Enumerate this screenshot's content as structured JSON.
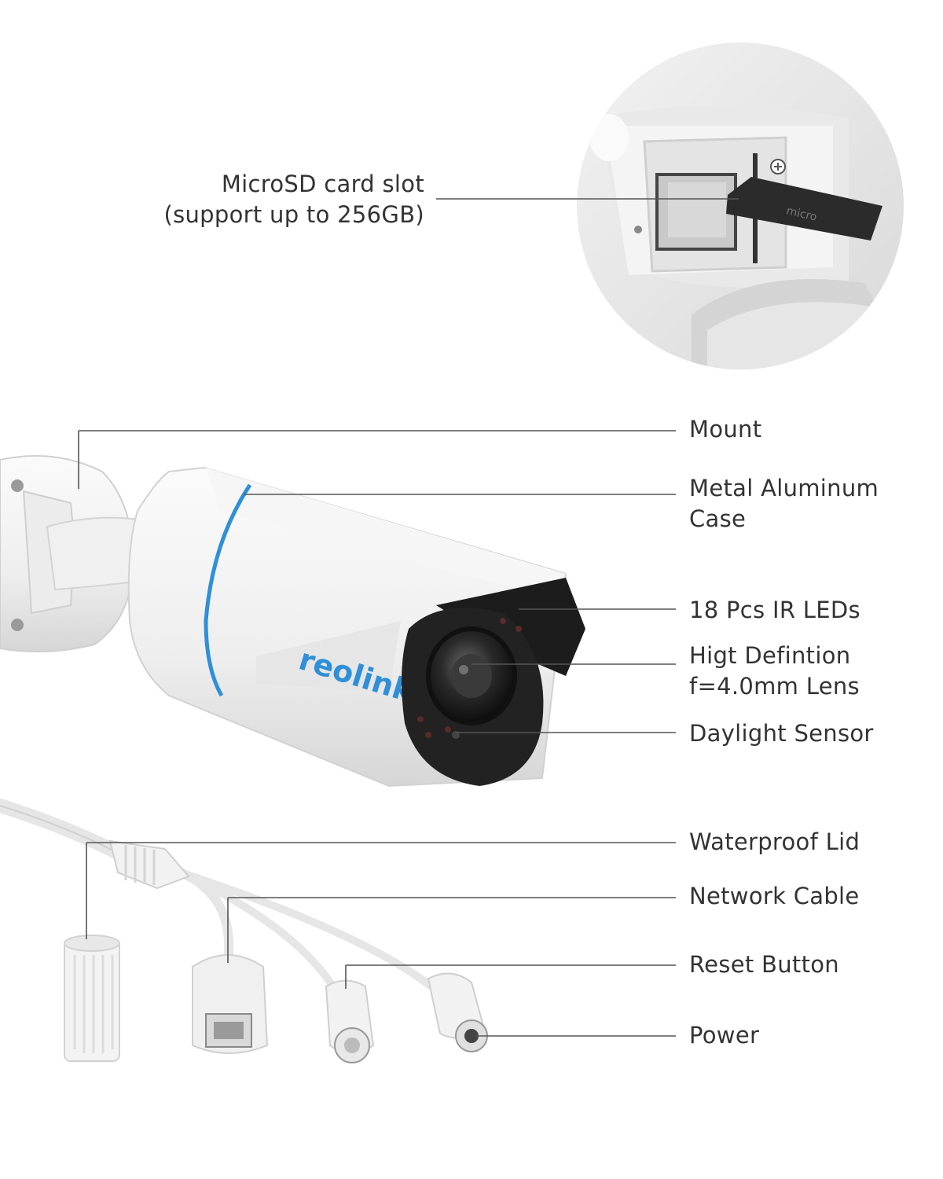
{
  "brand": {
    "logo_text": "reolink",
    "accent_color": "#2f8fd8"
  },
  "callouts": {
    "microsd": {
      "line1": "MicroSD card slot",
      "line2": "(support up to 256GB)"
    },
    "mount": {
      "line1": "Mount"
    },
    "case": {
      "line1": "Metal Aluminum",
      "line2": "Case"
    },
    "ir_leds": {
      "line1": "18 Pcs IR LEDs"
    },
    "lens": {
      "line1": "Higt Defintion",
      "line2": "f=4.0mm Lens"
    },
    "daylight": {
      "line1": "Daylight Sensor"
    },
    "lid": {
      "line1": "Waterproof Lid"
    },
    "network": {
      "line1": "Network Cable"
    },
    "reset": {
      "line1": "Reset Button"
    },
    "power": {
      "line1": "Power"
    }
  },
  "microsd_card_text": "micro"
}
